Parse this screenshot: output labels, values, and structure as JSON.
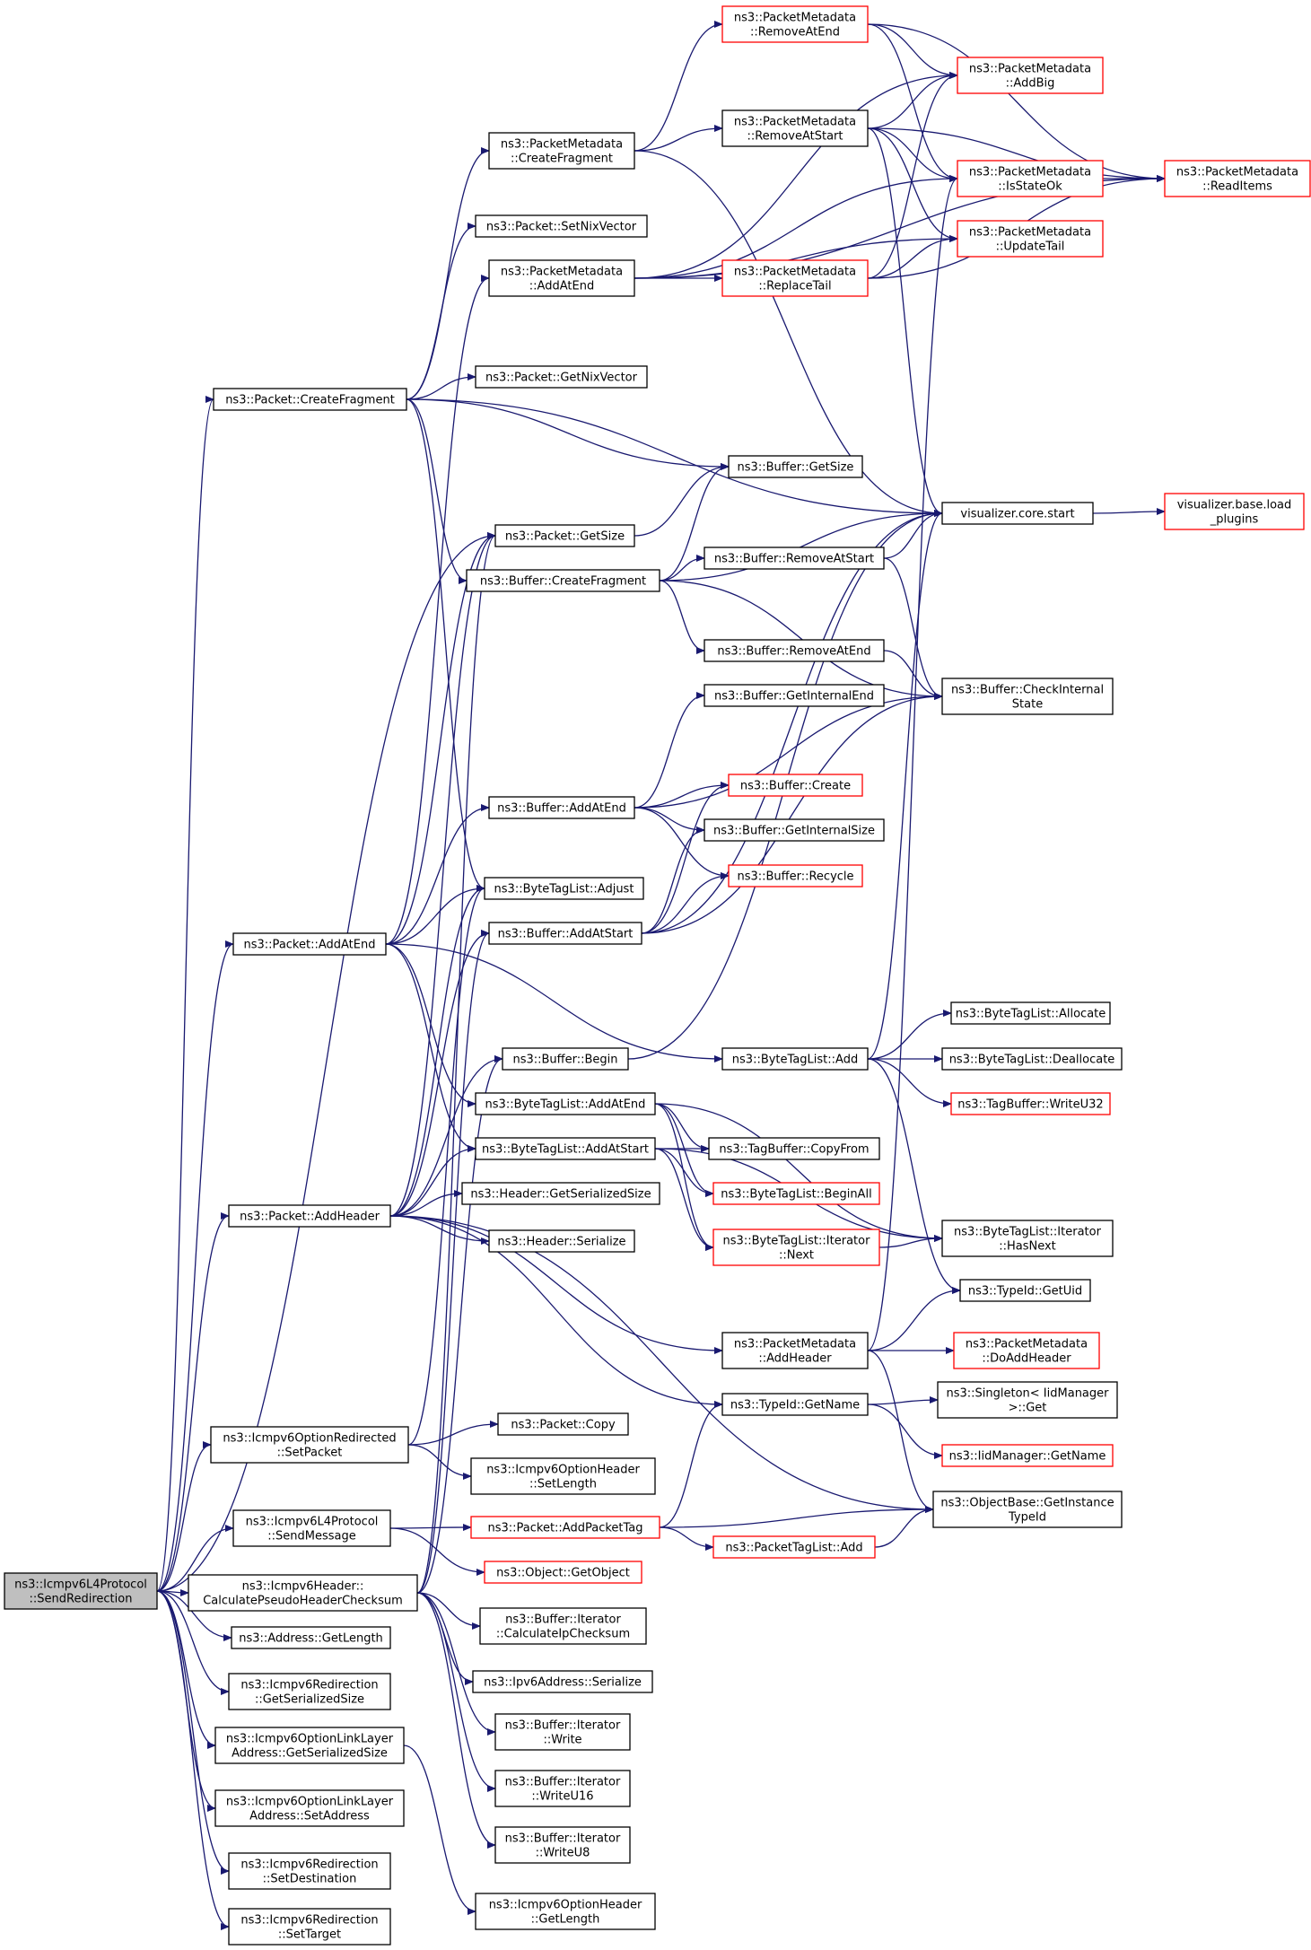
{
  "colors": {
    "edge": "#191970",
    "normal_border": "#000000",
    "truncated_border": "#ff0000",
    "root_fill": "#bfbfbf",
    "node_fill": "#ffffff",
    "text": "#000000"
  },
  "nodes": [
    {
      "id": "root",
      "lines": [
        "ns3::Icmpv6L4Protocol",
        "::SendRedirection"
      ],
      "style": "root"
    },
    {
      "id": "pkt_createfrag",
      "lines": [
        "ns3::Packet::CreateFragment"
      ],
      "style": "normal"
    },
    {
      "id": "pm_createfrag",
      "lines": [
        "ns3::PacketMetadata",
        "::CreateFragment"
      ],
      "style": "normal"
    },
    {
      "id": "pm_removeatend",
      "lines": [
        "ns3::PacketMetadata",
        "::RemoveAtEnd"
      ],
      "style": "truncated"
    },
    {
      "id": "pm_removeatstart",
      "lines": [
        "ns3::PacketMetadata",
        "::RemoveAtStart"
      ],
      "style": "normal"
    },
    {
      "id": "pm_addbig",
      "lines": [
        "ns3::PacketMetadata",
        "::AddBig"
      ],
      "style": "truncated"
    },
    {
      "id": "pm_readitems",
      "lines": [
        "ns3::PacketMetadata",
        "::ReadItems"
      ],
      "style": "truncated"
    },
    {
      "id": "pm_isstateok",
      "lines": [
        "ns3::PacketMetadata",
        "::IsStateOk"
      ],
      "style": "truncated"
    },
    {
      "id": "pm_updatetail",
      "lines": [
        "ns3::PacketMetadata",
        "::UpdateTail"
      ],
      "style": "truncated"
    },
    {
      "id": "pm_addatend",
      "lines": [
        "ns3::PacketMetadata",
        "::AddAtEnd"
      ],
      "style": "normal"
    },
    {
      "id": "pm_replacetail",
      "lines": [
        "ns3::PacketMetadata",
        "::ReplaceTail"
      ],
      "style": "truncated"
    },
    {
      "id": "pkt_setnix",
      "lines": [
        "ns3::Packet::SetNixVector"
      ],
      "style": "normal"
    },
    {
      "id": "pkt_getnix",
      "lines": [
        "ns3::Packet::GetNixVector"
      ],
      "style": "normal"
    },
    {
      "id": "buf_getsize",
      "lines": [
        "ns3::Buffer::GetSize"
      ],
      "style": "normal"
    },
    {
      "id": "vis_start",
      "lines": [
        "visualizer.core.start"
      ],
      "style": "normal"
    },
    {
      "id": "vis_load",
      "lines": [
        "visualizer.base.load",
        "_plugins"
      ],
      "style": "truncated"
    },
    {
      "id": "pkt_getsize",
      "lines": [
        "ns3::Packet::GetSize"
      ],
      "style": "normal"
    },
    {
      "id": "buf_createfrag",
      "lines": [
        "ns3::Buffer::CreateFragment"
      ],
      "style": "normal"
    },
    {
      "id": "buf_removeatstart",
      "lines": [
        "ns3::Buffer::RemoveAtStart"
      ],
      "style": "normal"
    },
    {
      "id": "buf_removeatend",
      "lines": [
        "ns3::Buffer::RemoveAtEnd"
      ],
      "style": "normal"
    },
    {
      "id": "buf_checkinternal",
      "lines": [
        "ns3::Buffer::CheckInternal",
        "State"
      ],
      "style": "normal"
    },
    {
      "id": "buf_getinternalend",
      "lines": [
        "ns3::Buffer::GetInternalEnd"
      ],
      "style": "normal"
    },
    {
      "id": "buf_addatend",
      "lines": [
        "ns3::Buffer::AddAtEnd"
      ],
      "style": "normal"
    },
    {
      "id": "buf_create",
      "lines": [
        "ns3::Buffer::Create"
      ],
      "style": "truncated"
    },
    {
      "id": "buf_getinternalsize",
      "lines": [
        "ns3::Buffer::GetInternalSize"
      ],
      "style": "normal"
    },
    {
      "id": "buf_recycle",
      "lines": [
        "ns3::Buffer::Recycle"
      ],
      "style": "truncated"
    },
    {
      "id": "btl_adjust",
      "lines": [
        "ns3::ByteTagList::Adjust"
      ],
      "style": "normal"
    },
    {
      "id": "buf_addatstart",
      "lines": [
        "ns3::Buffer::AddAtStart"
      ],
      "style": "normal"
    },
    {
      "id": "pkt_addatend",
      "lines": [
        "ns3::Packet::AddAtEnd"
      ],
      "style": "normal"
    },
    {
      "id": "btl_allocate",
      "lines": [
        "ns3::ByteTagList::Allocate"
      ],
      "style": "normal"
    },
    {
      "id": "buf_begin",
      "lines": [
        "ns3::Buffer::Begin"
      ],
      "style": "normal"
    },
    {
      "id": "btl_add",
      "lines": [
        "ns3::ByteTagList::Add"
      ],
      "style": "normal"
    },
    {
      "id": "btl_deallocate",
      "lines": [
        "ns3::ByteTagList::Deallocate"
      ],
      "style": "normal"
    },
    {
      "id": "btl_addatend",
      "lines": [
        "ns3::ByteTagList::AddAtEnd"
      ],
      "style": "normal"
    },
    {
      "id": "tagbuf_writeu32",
      "lines": [
        "ns3::TagBuffer::WriteU32"
      ],
      "style": "truncated"
    },
    {
      "id": "btl_addatstart",
      "lines": [
        "ns3::ByteTagList::AddAtStart"
      ],
      "style": "normal"
    },
    {
      "id": "tagbuf_copyfrom",
      "lines": [
        "ns3::TagBuffer::CopyFrom"
      ],
      "style": "normal"
    },
    {
      "id": "btl_beginall",
      "lines": [
        "ns3::ByteTagList::BeginAll"
      ],
      "style": "truncated"
    },
    {
      "id": "hdr_getsersize",
      "lines": [
        "ns3::Header::GetSerializedSize"
      ],
      "style": "normal"
    },
    {
      "id": "pkt_addheader",
      "lines": [
        "ns3::Packet::AddHeader"
      ],
      "style": "normal"
    },
    {
      "id": "btl_iter_next",
      "lines": [
        "ns3::ByteTagList::Iterator",
        "::Next"
      ],
      "style": "truncated"
    },
    {
      "id": "btl_iter_hasnext",
      "lines": [
        "ns3::ByteTagList::Iterator",
        "::HasNext"
      ],
      "style": "normal"
    },
    {
      "id": "hdr_serialize",
      "lines": [
        "ns3::Header::Serialize"
      ],
      "style": "normal"
    },
    {
      "id": "typeid_getuid",
      "lines": [
        "ns3::TypeId::GetUid"
      ],
      "style": "normal"
    },
    {
      "id": "pm_addheader",
      "lines": [
        "ns3::PacketMetadata",
        "::AddHeader"
      ],
      "style": "normal"
    },
    {
      "id": "pm_doaddheader",
      "lines": [
        "ns3::PacketMetadata",
        "::DoAddHeader"
      ],
      "style": "truncated"
    },
    {
      "id": "typeid_getname",
      "lines": [
        "ns3::TypeId::GetName"
      ],
      "style": "normal"
    },
    {
      "id": "singleton_get",
      "lines": [
        "ns3::Singleton< IidManager",
        " >::Get"
      ],
      "style": "normal"
    },
    {
      "id": "iid_getname",
      "lines": [
        "ns3::IidManager::GetName"
      ],
      "style": "truncated"
    },
    {
      "id": "redir_setpacket",
      "lines": [
        "ns3::Icmpv6OptionRedirected",
        "::SetPacket"
      ],
      "style": "normal"
    },
    {
      "id": "pkt_copy",
      "lines": [
        "ns3::Packet::Copy"
      ],
      "style": "normal"
    },
    {
      "id": "opthdr_setlength",
      "lines": [
        "ns3::Icmpv6OptionHeader",
        "::SetLength"
      ],
      "style": "normal"
    },
    {
      "id": "l4_sendmessage",
      "lines": [
        "ns3::Icmpv6L4Protocol",
        "::SendMessage"
      ],
      "style": "normal"
    },
    {
      "id": "pkt_addpackettag",
      "lines": [
        "ns3::Packet::AddPacketTag"
      ],
      "style": "truncated"
    },
    {
      "id": "objbase_getinst",
      "lines": [
        "ns3::ObjectBase::GetInstance",
        "TypeId"
      ],
      "style": "normal"
    },
    {
      "id": "ptl_add",
      "lines": [
        "ns3::PacketTagList::Add"
      ],
      "style": "truncated"
    },
    {
      "id": "obj_getobject",
      "lines": [
        "ns3::Object::GetObject"
      ],
      "style": "truncated"
    },
    {
      "id": "hdr_pseudo",
      "lines": [
        "ns3::Icmpv6Header::",
        "CalculatePseudoHeaderChecksum"
      ],
      "style": "normal"
    },
    {
      "id": "iter_calcip",
      "lines": [
        "ns3::Buffer::Iterator",
        "::CalculateIpChecksum"
      ],
      "style": "normal"
    },
    {
      "id": "addr_getlength",
      "lines": [
        "ns3::Address::GetLength"
      ],
      "style": "normal"
    },
    {
      "id": "ipv6_serialize",
      "lines": [
        "ns3::Ipv6Address::Serialize"
      ],
      "style": "normal"
    },
    {
      "id": "redir_getsersize",
      "lines": [
        "ns3::Icmpv6Redirection",
        "::GetSerializedSize"
      ],
      "style": "normal"
    },
    {
      "id": "iter_write",
      "lines": [
        "ns3::Buffer::Iterator",
        "::Write"
      ],
      "style": "normal"
    },
    {
      "id": "ll_getsersize",
      "lines": [
        "ns3::Icmpv6OptionLinkLayer",
        "Address::GetSerializedSize"
      ],
      "style": "normal"
    },
    {
      "id": "iter_writeu16",
      "lines": [
        "ns3::Buffer::Iterator",
        "::WriteU16"
      ],
      "style": "normal"
    },
    {
      "id": "ll_setaddress",
      "lines": [
        "ns3::Icmpv6OptionLinkLayer",
        "Address::SetAddress"
      ],
      "style": "normal"
    },
    {
      "id": "iter_writeu8",
      "lines": [
        "ns3::Buffer::Iterator",
        "::WriteU8"
      ],
      "style": "normal"
    },
    {
      "id": "redir_setdest",
      "lines": [
        "ns3::Icmpv6Redirection",
        "::SetDestination"
      ],
      "style": "normal"
    },
    {
      "id": "opthdr_getlength",
      "lines": [
        "ns3::Icmpv6OptionHeader",
        "::GetLength"
      ],
      "style": "normal"
    },
    {
      "id": "redir_settarget",
      "lines": [
        "ns3::Icmpv6Redirection",
        "::SetTarget"
      ],
      "style": "normal"
    }
  ],
  "edges": [
    [
      "root",
      "pkt_createfrag"
    ],
    [
      "root",
      "pkt_getsize"
    ],
    [
      "root",
      "pkt_addatend"
    ],
    [
      "root",
      "pkt_addheader"
    ],
    [
      "root",
      "redir_setpacket"
    ],
    [
      "root",
      "l4_sendmessage"
    ],
    [
      "root",
      "hdr_pseudo"
    ],
    [
      "root",
      "addr_getlength"
    ],
    [
      "root",
      "redir_getsersize"
    ],
    [
      "root",
      "ll_getsersize"
    ],
    [
      "root",
      "ll_setaddress"
    ],
    [
      "root",
      "redir_setdest"
    ],
    [
      "root",
      "redir_settarget"
    ],
    [
      "pkt_createfrag",
      "pm_createfrag"
    ],
    [
      "pkt_createfrag",
      "pkt_setnix"
    ],
    [
      "pkt_createfrag",
      "pkt_getnix"
    ],
    [
      "pkt_createfrag",
      "buf_getsize"
    ],
    [
      "pkt_createfrag",
      "vis_start"
    ],
    [
      "pkt_createfrag",
      "buf_createfrag"
    ],
    [
      "pkt_createfrag",
      "btl_adjust"
    ],
    [
      "pm_createfrag",
      "pm_removeatend"
    ],
    [
      "pm_createfrag",
      "pm_removeatstart"
    ],
    [
      "pm_createfrag",
      "vis_start"
    ],
    [
      "pm_removeatend",
      "pm_addbig"
    ],
    [
      "pm_removeatend",
      "pm_readitems"
    ],
    [
      "pm_removeatend",
      "pm_isstateok"
    ],
    [
      "pm_removeatstart",
      "pm_addbig"
    ],
    [
      "pm_removeatstart",
      "pm_readitems"
    ],
    [
      "pm_removeatstart",
      "pm_isstateok"
    ],
    [
      "pm_removeatstart",
      "pm_updatetail"
    ],
    [
      "pm_removeatstart",
      "vis_start"
    ],
    [
      "pm_isstateok",
      "pm_readitems"
    ],
    [
      "pm_addatend",
      "pm_addbig"
    ],
    [
      "pm_addatend",
      "pm_isstateok"
    ],
    [
      "pm_addatend",
      "pm_updatetail"
    ],
    [
      "pm_addatend",
      "pm_replacetail"
    ],
    [
      "pm_addatend",
      "pm_readitems"
    ],
    [
      "pm_replacetail",
      "pm_addbig"
    ],
    [
      "pm_replacetail",
      "pm_updatetail"
    ],
    [
      "pm_replacetail",
      "pm_readitems"
    ],
    [
      "vis_start",
      "vis_load"
    ],
    [
      "pkt_getsize",
      "buf_getsize"
    ],
    [
      "buf_createfrag",
      "buf_getsize"
    ],
    [
      "buf_createfrag",
      "vis_start"
    ],
    [
      "buf_createfrag",
      "buf_removeatstart"
    ],
    [
      "buf_createfrag",
      "buf_removeatend"
    ],
    [
      "buf_createfrag",
      "buf_checkinternal"
    ],
    [
      "buf_removeatstart",
      "vis_start"
    ],
    [
      "buf_removeatstart",
      "buf_checkinternal"
    ],
    [
      "buf_removeatend",
      "buf_checkinternal"
    ],
    [
      "buf_addatend",
      "buf_getinternalend"
    ],
    [
      "buf_addatend",
      "buf_checkinternal"
    ],
    [
      "buf_addatend",
      "buf_create"
    ],
    [
      "buf_addatend",
      "buf_getinternalsize"
    ],
    [
      "buf_addatend",
      "buf_recycle"
    ],
    [
      "buf_addatstart",
      "buf_create"
    ],
    [
      "buf_addatstart",
      "buf_getinternalsize"
    ],
    [
      "buf_addatstart",
      "buf_recycle"
    ],
    [
      "buf_addatstart",
      "vis_start"
    ],
    [
      "buf_addatstart",
      "buf_checkinternal"
    ],
    [
      "pkt_addatend",
      "pm_addatend"
    ],
    [
      "pkt_addatend",
      "pkt_getsize"
    ],
    [
      "pkt_addatend",
      "buf_addatend"
    ],
    [
      "pkt_addatend",
      "btl_adjust"
    ],
    [
      "pkt_addatend",
      "btl_add"
    ],
    [
      "pkt_addatend",
      "btl_addatend"
    ],
    [
      "pkt_addatend",
      "btl_addatstart"
    ],
    [
      "buf_begin",
      "vis_start"
    ],
    [
      "btl_add",
      "btl_allocate"
    ],
    [
      "btl_add",
      "btl_deallocate"
    ],
    [
      "btl_add",
      "tagbuf_writeu32"
    ],
    [
      "btl_add",
      "typeid_getuid"
    ],
    [
      "btl_add",
      "vis_start"
    ],
    [
      "btl_addatend",
      "tagbuf_copyfrom"
    ],
    [
      "btl_addatend",
      "btl_beginall"
    ],
    [
      "btl_addatend",
      "btl_iter_next"
    ],
    [
      "btl_addatend",
      "btl_iter_hasnext"
    ],
    [
      "btl_addatstart",
      "tagbuf_copyfrom"
    ],
    [
      "btl_addatstart",
      "btl_beginall"
    ],
    [
      "btl_addatstart",
      "btl_iter_next"
    ],
    [
      "btl_addatstart",
      "btl_iter_hasnext"
    ],
    [
      "btl_iter_next",
      "btl_iter_hasnext"
    ],
    [
      "pkt_addheader",
      "pkt_getsize"
    ],
    [
      "pkt_addheader",
      "btl_adjust"
    ],
    [
      "pkt_addheader",
      "buf_addatstart"
    ],
    [
      "pkt_addheader",
      "buf_begin"
    ],
    [
      "pkt_addheader",
      "btl_addatstart"
    ],
    [
      "pkt_addheader",
      "hdr_getsersize"
    ],
    [
      "pkt_addheader",
      "hdr_serialize"
    ],
    [
      "pkt_addheader",
      "pm_addheader"
    ],
    [
      "pkt_addheader",
      "typeid_getname"
    ],
    [
      "pkt_addheader",
      "objbase_getinst"
    ],
    [
      "pm_addheader",
      "pm_isstateok"
    ],
    [
      "pm_addheader",
      "typeid_getuid"
    ],
    [
      "pm_addheader",
      "pm_doaddheader"
    ],
    [
      "pm_addheader",
      "objbase_getinst"
    ],
    [
      "typeid_getname",
      "singleton_get"
    ],
    [
      "typeid_getname",
      "iid_getname"
    ],
    [
      "redir_setpacket",
      "pkt_copy"
    ],
    [
      "redir_setpacket",
      "opthdr_setlength"
    ],
    [
      "redir_setpacket",
      "btl_adjust"
    ],
    [
      "l4_sendmessage",
      "pkt_addpackettag"
    ],
    [
      "l4_sendmessage",
      "obj_getobject"
    ],
    [
      "pkt_addpackettag",
      "typeid_getname"
    ],
    [
      "pkt_addpackettag",
      "objbase_getinst"
    ],
    [
      "pkt_addpackettag",
      "ptl_add"
    ],
    [
      "ptl_add",
      "objbase_getinst"
    ],
    [
      "hdr_pseudo",
      "pkt_getsize"
    ],
    [
      "hdr_pseudo",
      "buf_begin"
    ],
    [
      "hdr_pseudo",
      "buf_addatstart"
    ],
    [
      "hdr_pseudo",
      "iter_calcip"
    ],
    [
      "hdr_pseudo",
      "ipv6_serialize"
    ],
    [
      "hdr_pseudo",
      "iter_write"
    ],
    [
      "hdr_pseudo",
      "iter_writeu16"
    ],
    [
      "hdr_pseudo",
      "iter_writeu8"
    ],
    [
      "ll_getsersize",
      "opthdr_getlength"
    ]
  ]
}
